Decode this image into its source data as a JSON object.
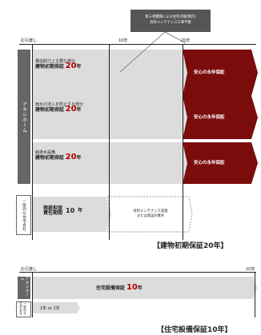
{
  "callout": {
    "line1": "第三者機関による住宅点検(無料)",
    "line2": "有料メンテナンス工事不要"
  },
  "section1": {
    "ticks": [
      "お引渡し",
      "10年",
      "20年"
    ],
    "side_label": "アネシホーム",
    "rows": [
      {
        "desc": "構造耐力上主要な部分",
        "label": "建物初期保証",
        "value": "20",
        "unit": "年",
        "extension": "安心の永年保証"
      },
      {
        "desc": "雨水の浸入を防止する部分",
        "label": "建物初期保証",
        "value": "20",
        "unit": "年",
        "extension": "安心の永年保証"
      },
      {
        "desc": "給排水設備",
        "label": "建物初期保証",
        "value": "20",
        "unit": "年",
        "extension": "安心の永年保証"
      }
    ],
    "general_label": "一般的な住宅会社",
    "general": {
      "label_line1": "瑕疵担保",
      "label_line2": "責任期間",
      "value": "10",
      "unit": "年",
      "extension_line1": "有料メンテナンス実施",
      "extension_line2": "または保証対象外"
    },
    "caption": "【建物初期保証20年】"
  },
  "section2": {
    "ticks": [
      "お引渡し",
      "10年"
    ],
    "side_label": "アネシホーム",
    "bar_label": "住宅設備保証",
    "bar_value": "10",
    "bar_unit": "年",
    "general_label": "一般的な住宅会社",
    "general_text": "1年 or 2年",
    "caption": "【住宅設備保証10年】"
  },
  "colors": {
    "dark_red": "#7a0c0c",
    "accent_red": "#b30000",
    "side_block": "#666666",
    "bar_gray": "#dcdcdc",
    "callout_bg": "#555555"
  }
}
